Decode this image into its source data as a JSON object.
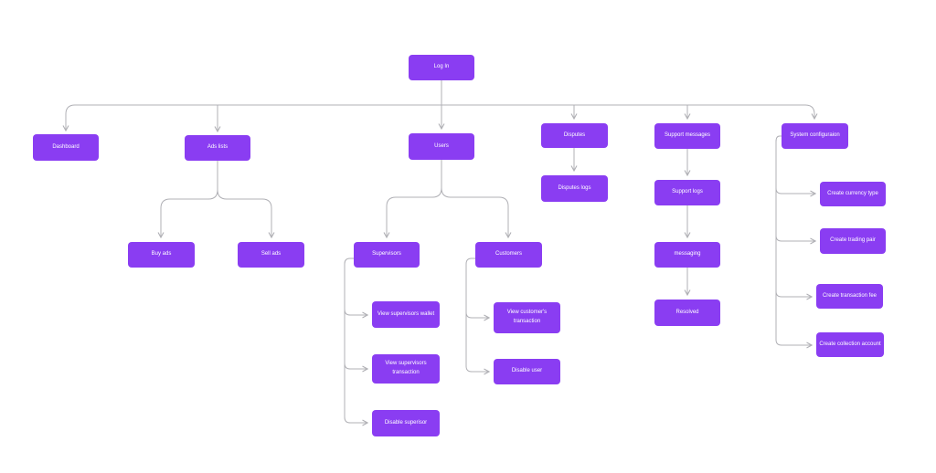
{
  "diagram": {
    "type": "flowchart-sitemap",
    "colors": {
      "node_fill": "#8A3DF2",
      "node_text": "#FFFFFF",
      "connector": "#B0B0B5",
      "background": "#FFFFFF"
    },
    "nodes": {
      "login": {
        "label": "Log In"
      },
      "dashboard": {
        "label": "Dashboard"
      },
      "ads-lists": {
        "label": "Ads lists"
      },
      "buy-ads": {
        "label": "Buy ads"
      },
      "sell-ads": {
        "label": "Sell ads"
      },
      "users": {
        "label": "Users"
      },
      "supervisors": {
        "label": "Supervisors"
      },
      "customers": {
        "label": "Customers"
      },
      "view-supervisors-wallet": {
        "label": "View supervisors wallet"
      },
      "view-supervisors-transaction": {
        "label": "View supervisors\ntransaction"
      },
      "disable-superisor": {
        "label": "Disable superisor"
      },
      "view-customers-transaction": {
        "label": "View customer's\ntransaction"
      },
      "disable-user": {
        "label": "Disable user"
      },
      "disputes": {
        "label": "Disputes"
      },
      "disputes-logs": {
        "label": "Disputes logs"
      },
      "support-messages": {
        "label": "Support messages"
      },
      "support-logs": {
        "label": "Support logs"
      },
      "messaging": {
        "label": "messaging"
      },
      "resolved": {
        "label": "Resolved"
      },
      "system-config": {
        "label": "System configuraion"
      },
      "create-currency-type": {
        "label": "Create currency type"
      },
      "create-trading-pair": {
        "label": "Create trading pair"
      },
      "create-transaction-fee": {
        "label": "Create transaction fee"
      },
      "create-collection-account": {
        "label": "Create collection account"
      }
    },
    "edges": [
      [
        "login",
        "dashboard"
      ],
      [
        "login",
        "ads-lists"
      ],
      [
        "login",
        "users"
      ],
      [
        "login",
        "disputes"
      ],
      [
        "login",
        "support-messages"
      ],
      [
        "login",
        "system-config"
      ],
      [
        "ads-lists",
        "buy-ads"
      ],
      [
        "ads-lists",
        "sell-ads"
      ],
      [
        "users",
        "supervisors"
      ],
      [
        "users",
        "customers"
      ],
      [
        "supervisors",
        "view-supervisors-wallet"
      ],
      [
        "supervisors",
        "view-supervisors-transaction"
      ],
      [
        "supervisors",
        "disable-superisor"
      ],
      [
        "customers",
        "view-customers-transaction"
      ],
      [
        "customers",
        "disable-user"
      ],
      [
        "disputes",
        "disputes-logs"
      ],
      [
        "support-messages",
        "support-logs"
      ],
      [
        "support-logs",
        "messaging"
      ],
      [
        "messaging",
        "resolved"
      ],
      [
        "system-config",
        "create-currency-type"
      ],
      [
        "system-config",
        "create-trading-pair"
      ],
      [
        "system-config",
        "create-transaction-fee"
      ],
      [
        "system-config",
        "create-collection-account"
      ]
    ]
  }
}
